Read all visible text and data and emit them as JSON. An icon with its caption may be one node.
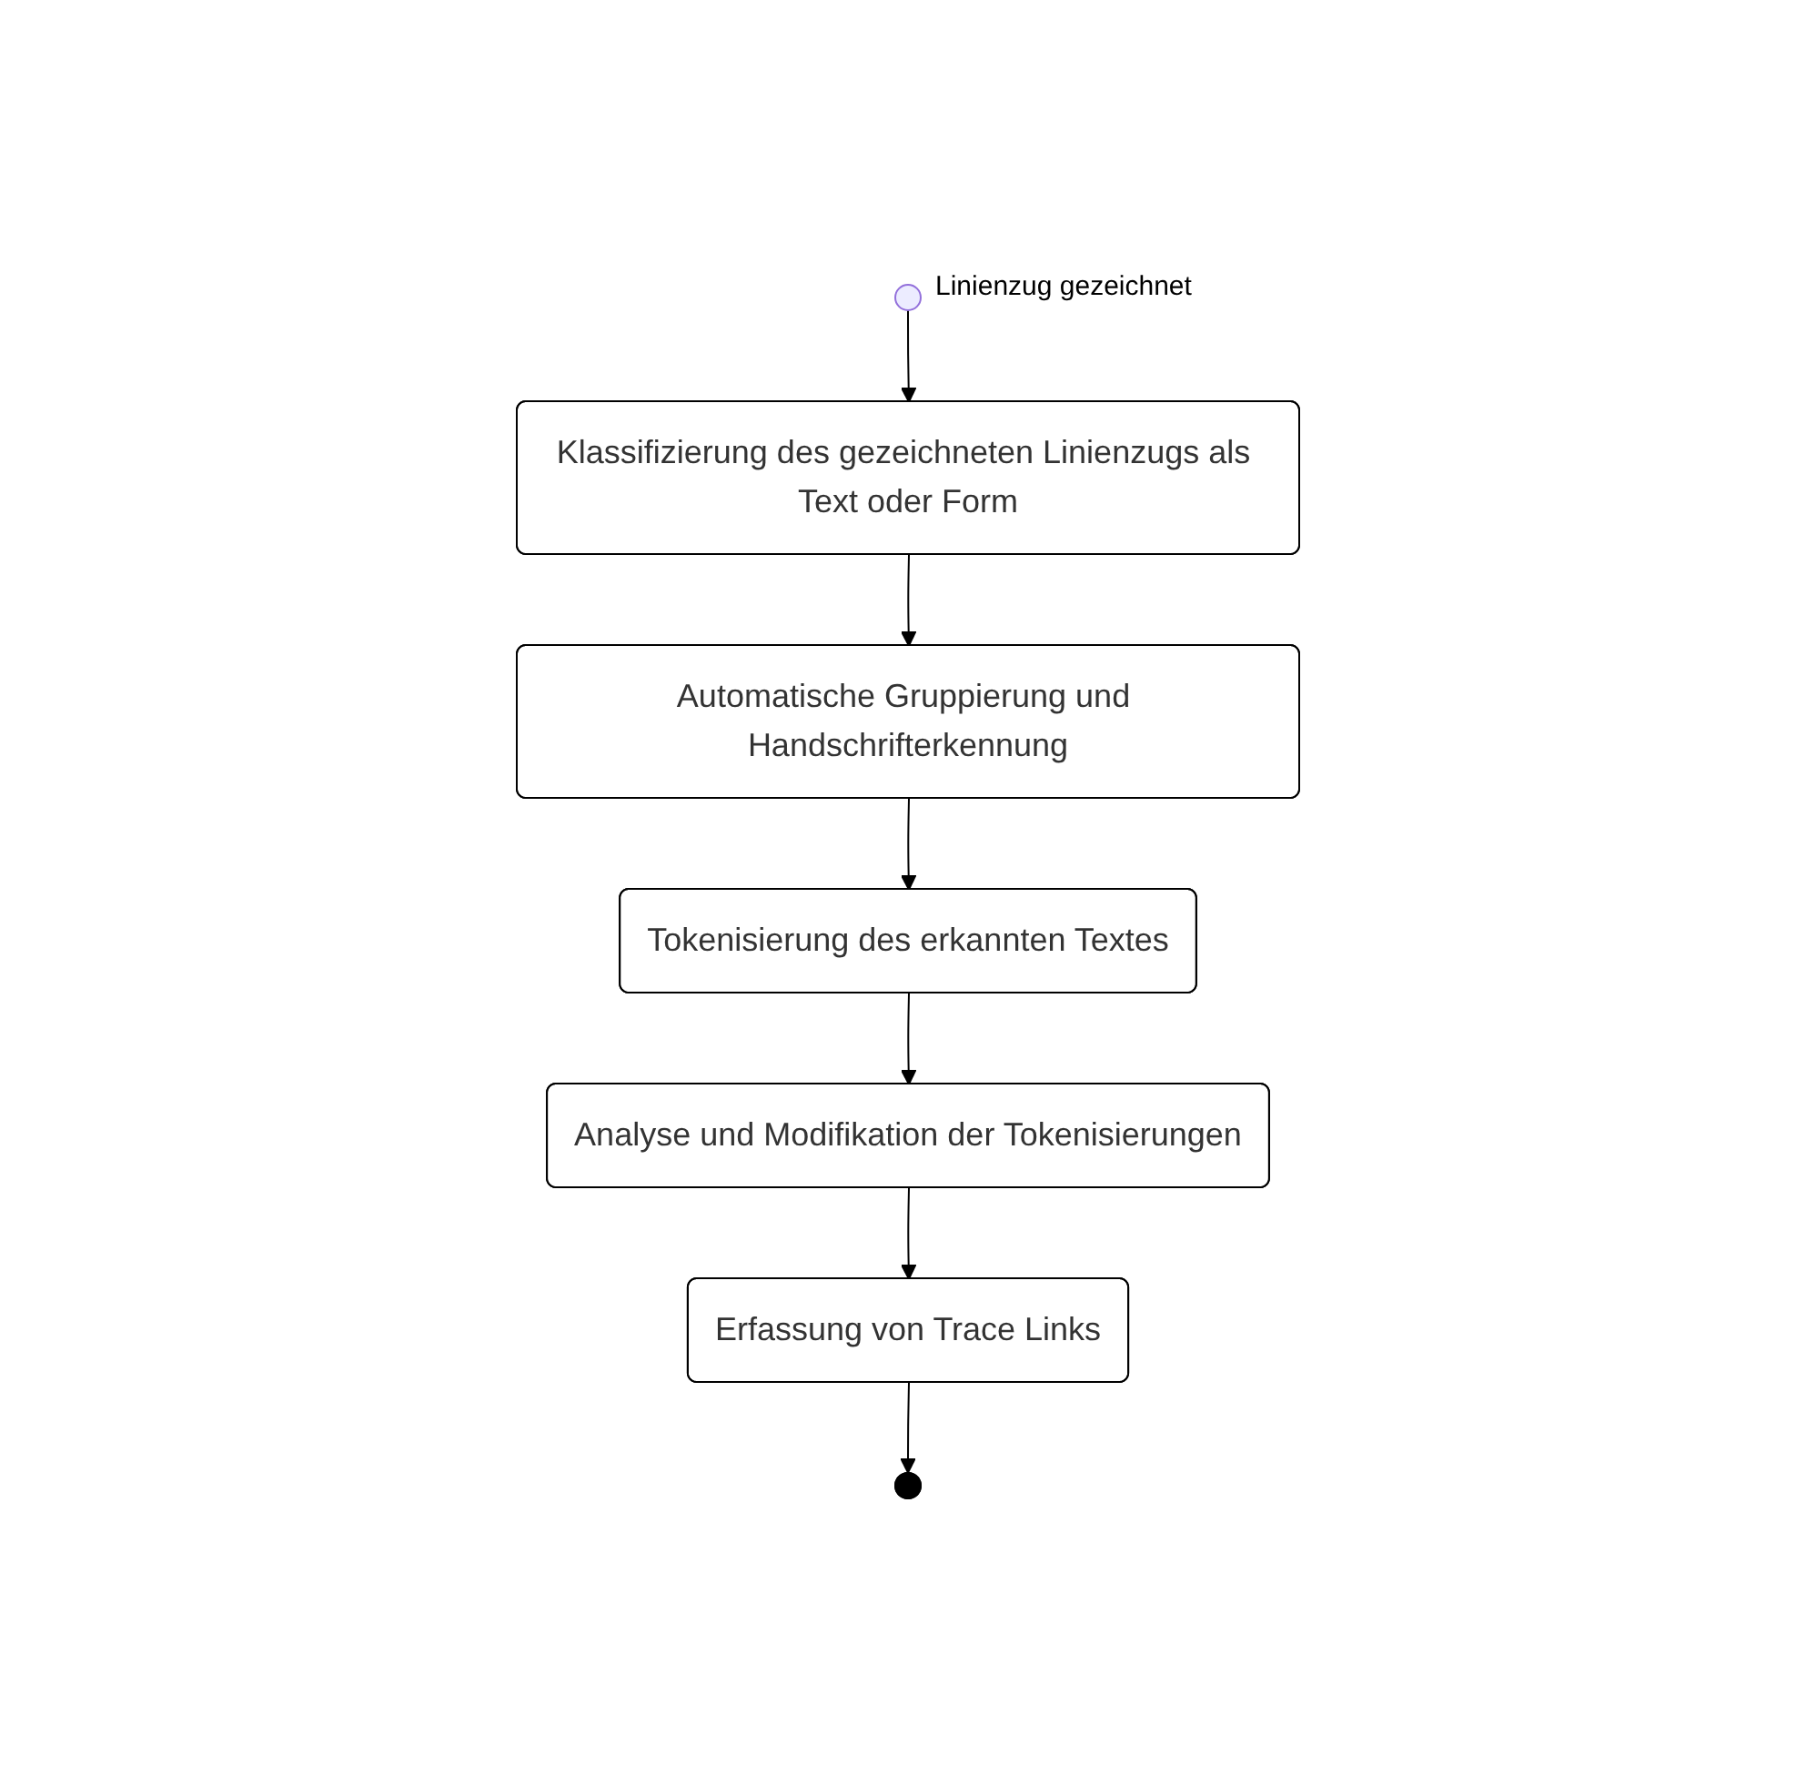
{
  "diagram": {
    "nodes": [
      {
        "text": [],
        "shape": "circle",
        "beside": [
          "Linienzug gezeichnet"
        ]
      },
      {
        "text": [
          "Klassifizierung des gezeichneten Linienzugs als Text oder Form"
        ]
      },
      {
        "text": [
          "Automatische Gruppierung und Handschrifterkennung"
        ]
      },
      {
        "text": [
          "Tokenisierung des erkannten Textes"
        ]
      },
      {
        "text": [
          "Analyse und Modifikation der Tokenisierungen"
        ]
      },
      {
        "text": [
          "Erfassung von Trace Links"
        ]
      },
      {
        "text": [],
        "shape": "circle"
      }
    ],
    "edges": [
      {
        "from": 0,
        "to": 1,
        "arrow": "to"
      },
      {
        "from": 1,
        "to": 2,
        "arrow": "to"
      },
      {
        "from": 2,
        "to": 3,
        "arrow": "to"
      },
      {
        "from": 3,
        "to": 4,
        "arrow": "to"
      },
      {
        "from": 4,
        "to": 5,
        "arrow": "to"
      },
      {
        "from": 5,
        "to": 6,
        "arrow": "to"
      }
    ]
  }
}
